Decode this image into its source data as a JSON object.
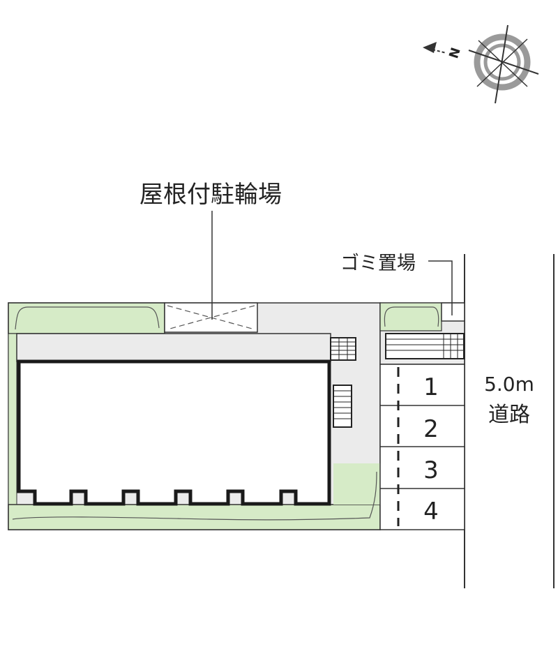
{
  "labels": {
    "roofed_bicycle_parking": "屋根付駐輪場",
    "garbage_area": "ゴミ置場",
    "road_width": "5.0m",
    "road": "道路"
  },
  "compass": {
    "north_letter": "N"
  },
  "parking": {
    "spaces": [
      {
        "label": "1"
      },
      {
        "label": "2"
      },
      {
        "label": "3"
      },
      {
        "label": "4"
      }
    ]
  },
  "colors": {
    "vegetation_fill": "#d6ebc7",
    "paving_fill": "#ebebeb",
    "outline": "#333333",
    "wall": "#1a1a1a",
    "compass_ring": "#9a9a9a"
  }
}
